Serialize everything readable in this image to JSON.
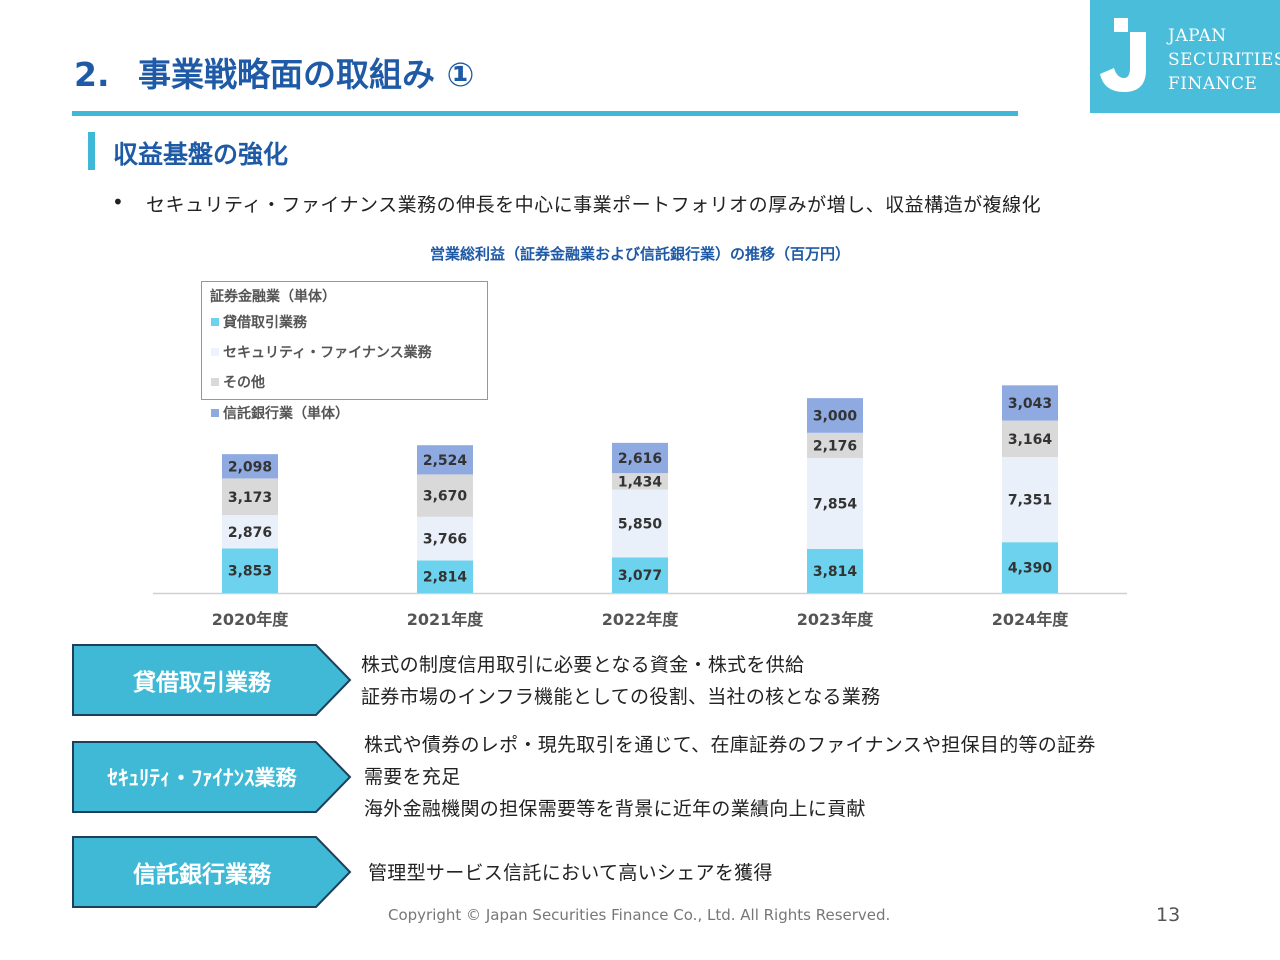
{
  "header": {
    "number": "2.",
    "title": "事業戦略面の取組み ①"
  },
  "logo": {
    "lines": [
      "JAPAN",
      "SECURITIES",
      "FINANCE"
    ],
    "color": "#49bdd9"
  },
  "section": {
    "title": "収益基盤の強化"
  },
  "bullet": {
    "text": "セキュリティ・ファイナンス業務の伸長を中心に事業ポートフォリオの厚みが増し、収益構造が複線化"
  },
  "chart_data": {
    "type": "bar",
    "stacked": true,
    "title": "営業総利益（証券金融業および信託銀行業）の推移（百万円）",
    "categories": [
      "2020年度",
      "2021年度",
      "2022年度",
      "2023年度",
      "2024年度"
    ],
    "legend_group": "証券金融業（単体）",
    "series": [
      {
        "name": "貸借取引業務",
        "values": [
          3853,
          2814,
          3077,
          3814,
          4390
        ],
        "color": "#6dd2ee"
      },
      {
        "name": "セキュリティ・ファイナンス業務",
        "values": [
          2876,
          3766,
          5850,
          7854,
          7351
        ],
        "color": "#eaf0fa"
      },
      {
        "name": "その他",
        "values": [
          3173,
          3670,
          1434,
          2176,
          3164
        ],
        "color": "#d9d9d9"
      },
      {
        "name": "信託銀行業（単体）",
        "values": [
          2098,
          2524,
          2616,
          3000,
          3043
        ],
        "color": "#8eaae0"
      }
    ],
    "value_labels": [
      [
        "3,853",
        "2,814",
        "3,077",
        "3,814",
        "4,390"
      ],
      [
        "2,876",
        "3,766",
        "5,850",
        "7,854",
        "7,351"
      ],
      [
        "3,173",
        "3,670",
        "1,434",
        "2,176",
        "3,164"
      ],
      [
        "2,098",
        "2,524",
        "2,616",
        "3,000",
        "3,043"
      ]
    ],
    "ylim": [
      0,
      20000
    ],
    "grid": false,
    "legend_position": "top-left"
  },
  "businesses": [
    {
      "label": "貸借取引業務",
      "lines": [
        "株式の制度信用取引に必要となる資金・株式を供給",
        "証券市場のインフラ機能としての役割、当社の核となる業務"
      ]
    },
    {
      "label": "ｾｷｭﾘﾃｨ・ﾌｧｲﾅﾝｽ業務",
      "lines": [
        "株式や債券のレポ・現先取引を通じて、在庫証券のファイナンスや担保目的等の証券",
        "需要を充足",
        "海外金融機関の担保需要等を背景に近年の業績向上に貢献"
      ]
    },
    {
      "label": "信託銀行業務",
      "lines": [
        "管理型サービス信託において高いシェアを獲得"
      ]
    }
  ],
  "footer": {
    "copyright": "Copyright © Japan Securities Finance Co., Ltd. All Rights Reserved.",
    "page": "13"
  }
}
